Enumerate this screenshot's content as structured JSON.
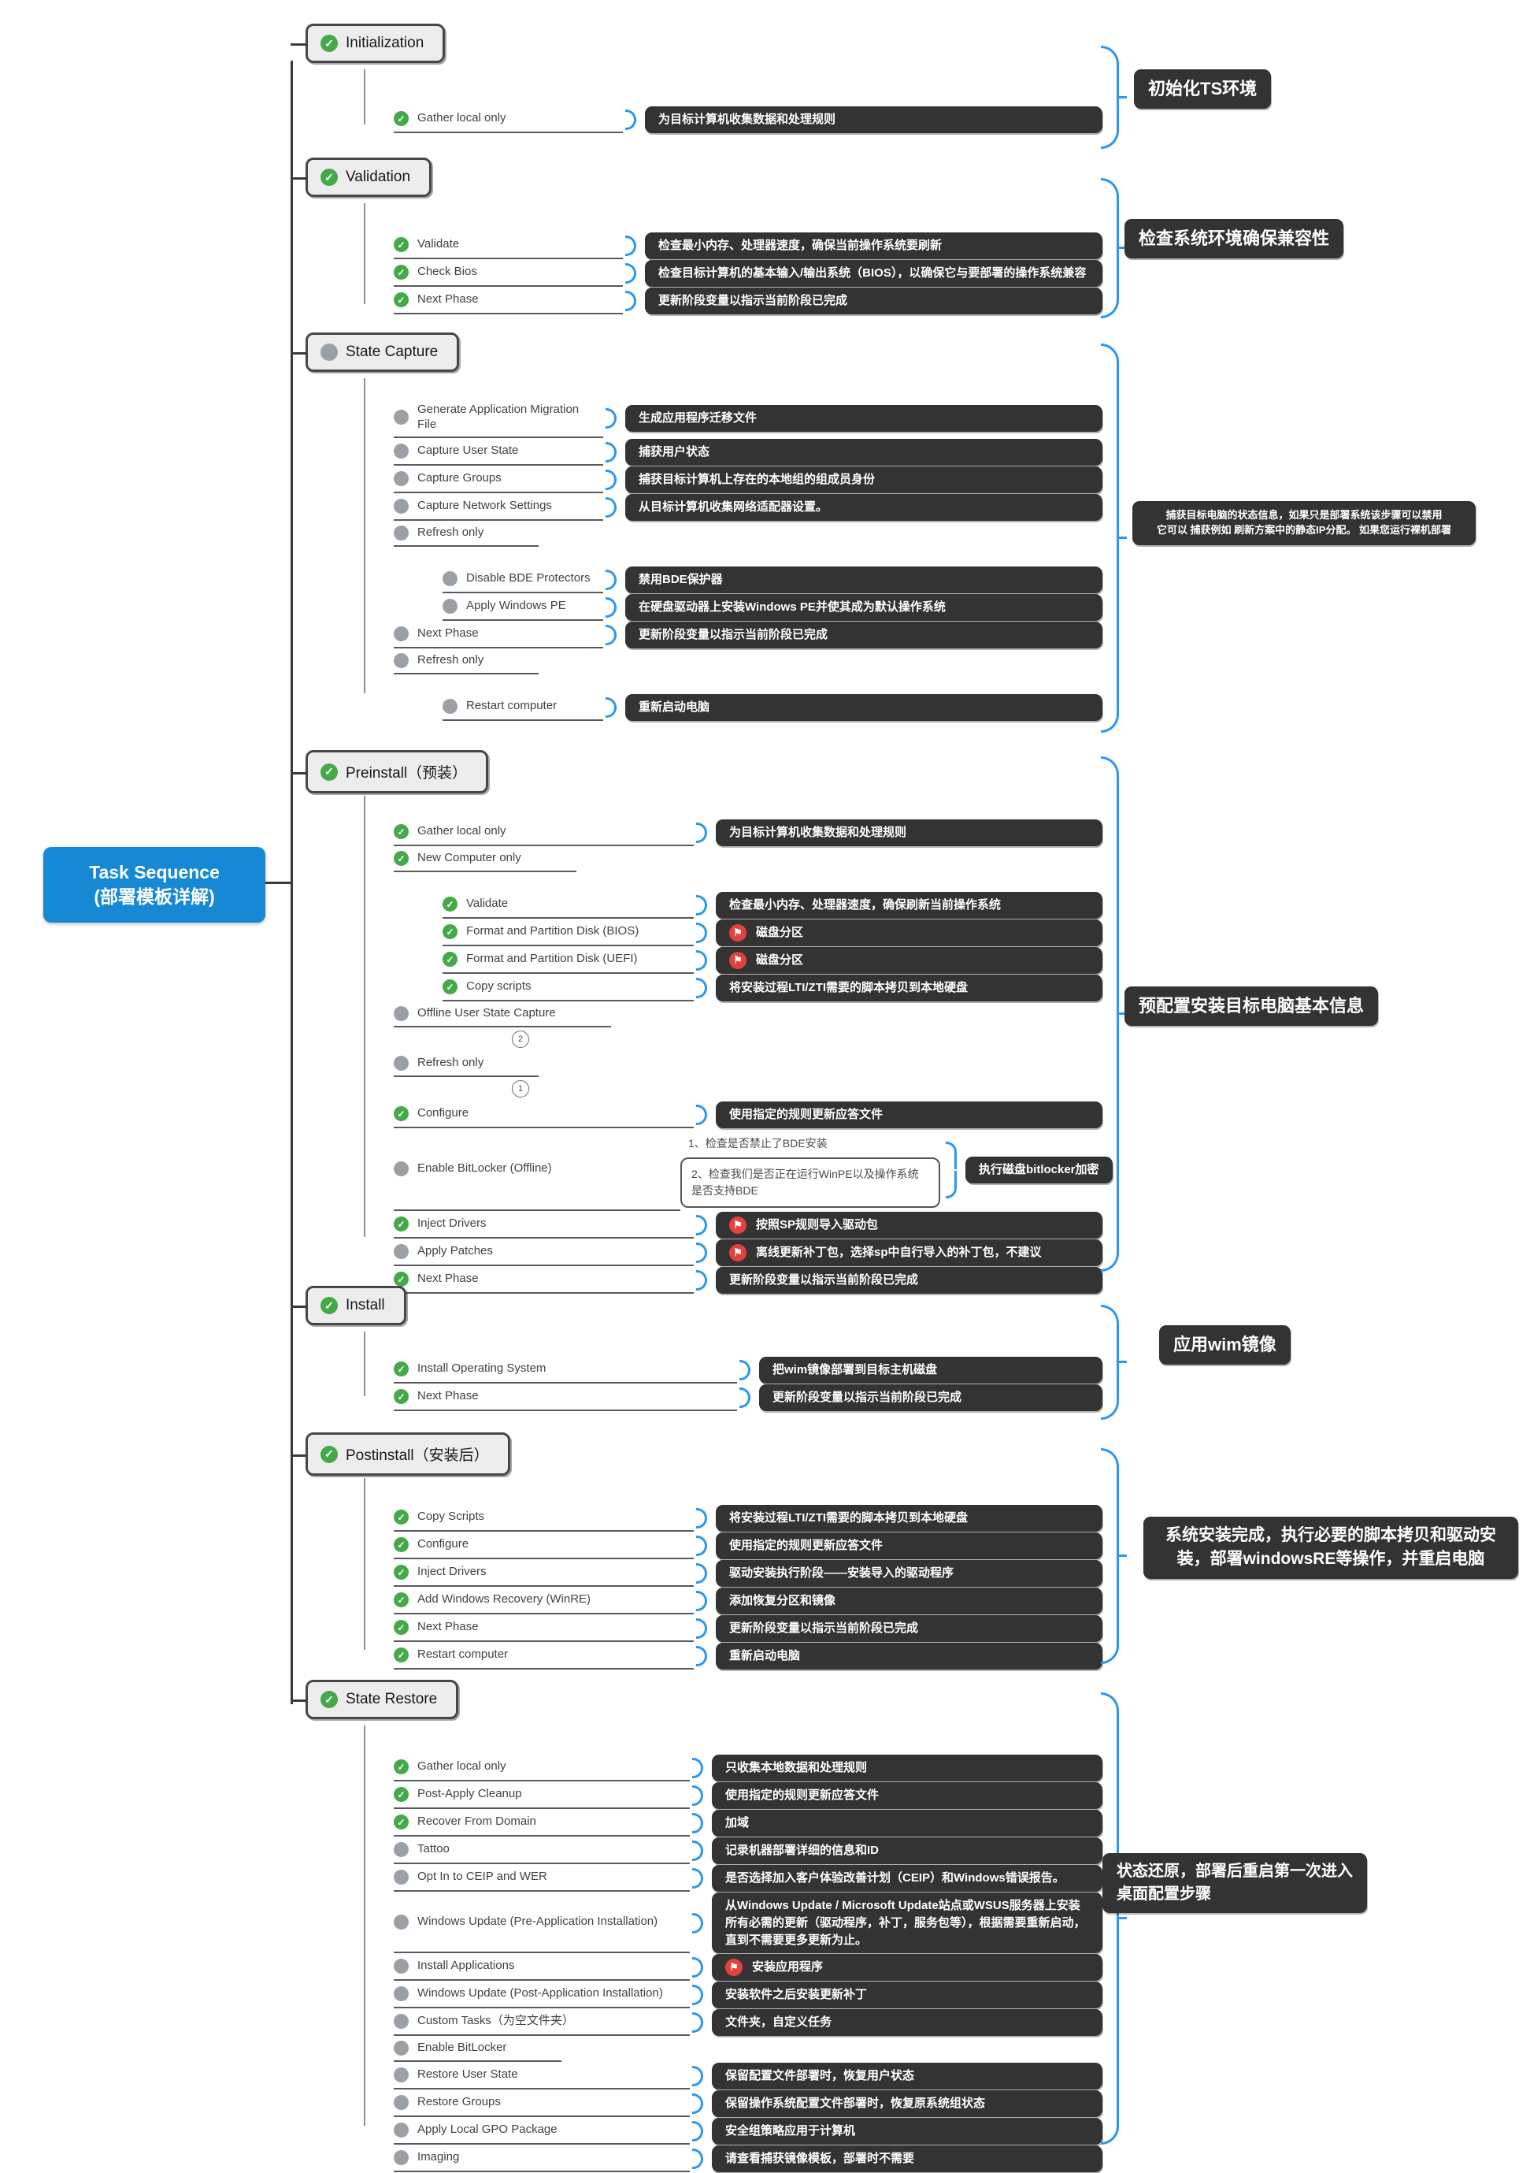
{
  "colors": {
    "accent_blue": "#2c97ef",
    "root_blue": "#1789d4",
    "dark_box": "#333333",
    "check_green": "#45a949",
    "dot_grey": "#9aa0a6",
    "flag_red": "#e5403c"
  },
  "root": {
    "line1": "Task Sequence",
    "line2": "(部署模板详解)"
  },
  "phases": [
    {
      "label": "Initialization",
      "status": "check",
      "note": "初始化TS环境",
      "items": [
        {
          "label": "Gather local only",
          "status": "check",
          "indent": 0,
          "desc": "为目标计算机收集数据和处理规则"
        }
      ]
    },
    {
      "label": "Validation",
      "status": "check",
      "note": "检查系统环境确保兼容性",
      "items": [
        {
          "label": "Validate",
          "status": "check",
          "indent": 0,
          "desc": "检查最小内存、处理器速度，确保当前操作系统要刷新"
        },
        {
          "label": "Check Bios",
          "status": "check",
          "indent": 0,
          "desc": "检查目标计算机的基本输入/输出系统（BIOS），以确保它与要部署的操作系统兼容"
        },
        {
          "label": "Next Phase",
          "status": "check",
          "indent": 0,
          "desc": "更新阶段变量以指示当前阶段已完成"
        }
      ]
    },
    {
      "label": "State Capture",
      "status": "dot",
      "note": "捕获目标电脑的状态信息，如果只是部署系统该步骤可以禁用\n它可以 捕获例如 刷新方案中的静态IP分配。 如果您运行裸机部署",
      "items": [
        {
          "label": "Generate Application Migration File",
          "status": "dot",
          "indent": 0,
          "desc": "生成应用程序迁移文件"
        },
        {
          "label": "Capture User State",
          "status": "dot",
          "indent": 0,
          "desc": "捕获用户状态"
        },
        {
          "label": "Capture Groups",
          "status": "dot",
          "indent": 0,
          "desc": "捕获目标计算机上存在的本地组的组成员身份"
        },
        {
          "label": "Capture Network Settings",
          "status": "dot",
          "indent": 0,
          "desc": "从目标计算机收集网络适配器设置。"
        },
        {
          "label": "Refresh only",
          "status": "dot",
          "indent": 0,
          "desc": null
        },
        {
          "label": "Disable BDE Protectors",
          "status": "dot",
          "indent": 1,
          "desc": "禁用BDE保护器"
        },
        {
          "label": "Apply Windows PE",
          "status": "dot",
          "indent": 1,
          "desc": "在硬盘驱动器上安装Windows PE并使其成为默认操作系统"
        },
        {
          "label": "Next Phase",
          "status": "dot",
          "indent": 0,
          "desc": "更新阶段变量以指示当前阶段已完成"
        },
        {
          "label": "Refresh only",
          "status": "dot",
          "indent": 0,
          "desc": null
        },
        {
          "label": "Restart computer",
          "status": "dot",
          "indent": 1,
          "desc": "重新启动电脑"
        }
      ]
    },
    {
      "label": "Preinstall（预装）",
      "status": "check",
      "note": "预配置安装目标电脑基本信息",
      "items": [
        {
          "label": "Gather local only",
          "status": "check",
          "indent": 0,
          "desc": "为目标计算机收集数据和处理规则"
        },
        {
          "label": "New Computer only",
          "status": "check",
          "indent": 0,
          "desc": null
        },
        {
          "label": "Validate",
          "status": "check",
          "indent": 1,
          "desc": "检查最小内存、处理器速度，确保刷新当前操作系统"
        },
        {
          "label": "Format and Partition Disk (BIOS)",
          "status": "check",
          "indent": 1,
          "desc": "磁盘分区",
          "flag": true
        },
        {
          "label": "Format and Partition Disk (UEFI)",
          "status": "check",
          "indent": 1,
          "desc": "磁盘分区",
          "flag": true
        },
        {
          "label": "Copy scripts",
          "status": "check",
          "indent": 1,
          "desc": "将安装过程LTI/ZTI需要的脚本拷贝到本地硬盘"
        },
        {
          "label": "Offline User State Capture",
          "status": "dot",
          "indent": 0,
          "desc": null,
          "badge": "2"
        },
        {
          "label": "Refresh only",
          "status": "dot",
          "indent": 0,
          "desc": null,
          "badge": "1"
        },
        {
          "label": "Configure",
          "status": "check",
          "indent": 0,
          "desc": "使用指定的规则更新应答文件"
        },
        {
          "label": "Enable BitLocker (Offline)",
          "status": "dot",
          "indent": 0,
          "desc": "执行磁盘bitlocker加密",
          "callout": {
            "line1": "1、检查是否禁止了BDE安装",
            "line2": "2、检查我们是否正在运行WinPE以及操作系统是否支持BDE"
          }
        },
        {
          "label": "Inject Drivers",
          "status": "check",
          "indent": 0,
          "desc": "按照SP规则导入驱动包",
          "flag": true
        },
        {
          "label": "Apply Patches",
          "status": "dot",
          "indent": 0,
          "desc": "离线更新补丁包，选择sp中自行导入的补丁包，不建议",
          "flag": true
        },
        {
          "label": "Next Phase",
          "status": "check",
          "indent": 0,
          "desc": "更新阶段变量以指示当前阶段已完成"
        }
      ]
    },
    {
      "label": "Install",
      "status": "check",
      "note": "应用wim镜像",
      "items": [
        {
          "label": "Install Operating System",
          "status": "check",
          "indent": 0,
          "desc": "把wim镜像部署到目标主机磁盘"
        },
        {
          "label": "Next Phase",
          "status": "check",
          "indent": 0,
          "desc": "更新阶段变量以指示当前阶段已完成"
        }
      ]
    },
    {
      "label": "Postinstall（安装后）",
      "status": "check",
      "note": "系统安装完成，执行必要的脚本拷贝和驱动安装，部署windowsRE等操作，并重启电脑",
      "items": [
        {
          "label": "Copy Scripts",
          "status": "check",
          "indent": 0,
          "desc": "将安装过程LTI/ZTI需要的脚本拷贝到本地硬盘"
        },
        {
          "label": "Configure",
          "status": "check",
          "indent": 0,
          "desc": "使用指定的规则更新应答文件"
        },
        {
          "label": "Inject Drivers",
          "status": "check",
          "indent": 0,
          "desc": "驱动安装执行阶段——安装导入的驱动程序"
        },
        {
          "label": "Add Windows Recovery (WinRE)",
          "status": "check",
          "indent": 0,
          "desc": "添加恢复分区和镜像"
        },
        {
          "label": "Next Phase",
          "status": "check",
          "indent": 0,
          "desc": "更新阶段变量以指示当前阶段已完成"
        },
        {
          "label": "Restart computer",
          "status": "check",
          "indent": 0,
          "desc": "重新启动电脑"
        }
      ]
    },
    {
      "label": "State Restore",
      "status": "check",
      "note": "状态还原，部署后重启第一次进入桌面配置步骤",
      "items": [
        {
          "label": "Gather local only",
          "status": "check",
          "indent": 0,
          "desc": "只收集本地数据和处理规则"
        },
        {
          "label": "Post-Apply Cleanup",
          "status": "check",
          "indent": 0,
          "desc": "使用指定的规则更新应答文件"
        },
        {
          "label": "Recover From Domain",
          "status": "check",
          "indent": 0,
          "desc": "加域"
        },
        {
          "label": "Tattoo",
          "status": "dot",
          "indent": 0,
          "desc": "记录机器部署详细的信息和ID"
        },
        {
          "label": "Opt In to CEIP and WER",
          "status": "dot",
          "indent": 0,
          "desc": "是否选择加入客户体验改善计划（CEIP）和Windows错误报告。"
        },
        {
          "label": "Windows Update (Pre-Application Installation)",
          "status": "dot",
          "indent": 0,
          "desc": "从Windows Update / Microsoft Update站点或WSUS服务器上安装所有必需的更新（驱动程序，补丁，服务包等），根据需要重新启动，直到不需要更多更新为止。"
        },
        {
          "label": "Install Applications",
          "status": "dot",
          "indent": 0,
          "desc": "安装应用程序",
          "flag": true
        },
        {
          "label": "Windows Update (Post-Application Installation)",
          "status": "dot",
          "indent": 0,
          "desc": "安装软件之后安装更新补丁"
        },
        {
          "label": "Custom Tasks（为空文件夹）",
          "status": "dot",
          "indent": 0,
          "desc": "文件夹，自定义任务"
        },
        {
          "label": "Enable BitLocker",
          "status": "dot",
          "indent": 0,
          "desc": null
        },
        {
          "label": "Restore User State",
          "status": "dot",
          "indent": 0,
          "desc": "保留配置文件部署时，恢复用户状态"
        },
        {
          "label": "Restore Groups",
          "status": "dot",
          "indent": 0,
          "desc": "保留操作系统配置文件部署时，恢复原系统组状态"
        },
        {
          "label": "Apply Local GPO Package",
          "status": "dot",
          "indent": 0,
          "desc": "安全组策略应用于计算机"
        },
        {
          "label": "Imaging",
          "status": "dot",
          "indent": 0,
          "desc": "请查看捕获镜像模板，部署时不需要"
        }
      ]
    }
  ]
}
